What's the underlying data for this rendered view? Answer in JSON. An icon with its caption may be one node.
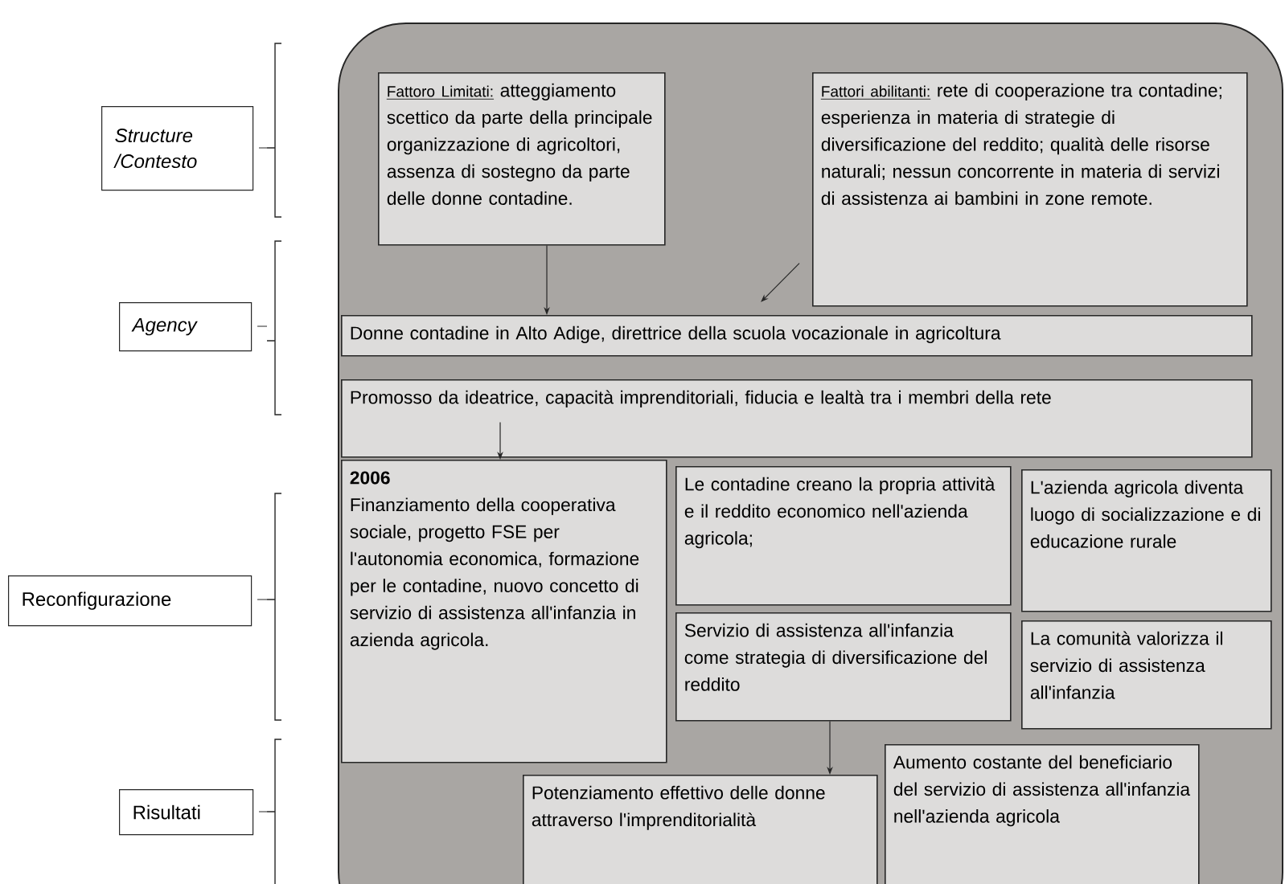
{
  "diagram": {
    "nodes": [
      {
        "text": [],
        "shape": "box"
      },
      {
        "text": [
          "Fattoro Limitati:",
          "atteggiamento scettico da parte della principale organizzazione di agricoltori, assenza di sostegno da parte delle donne contadine."
        ],
        "in": 0
      },
      {
        "text": [
          "Fattori abilitanti:",
          "rete di cooperazione tra contadine; esperienza in materia di strategie di diversificazione del reddito; qualità delle risorse naturali; nessun concorrente in materia di servizi di assistenza ai bambini in zone remote."
        ],
        "in": 0
      },
      {
        "text": [
          "Donne contadine in Alto Adige, direttrice della scuola vocazionale in agricoltura"
        ],
        "in": 0
      },
      {
        "text": [
          "Promosso da ideatrice, capacità imprenditoriali, fiducia e lealtà tra i membri della rete"
        ],
        "in": 0
      },
      {
        "text": [
          "2006",
          "Finanziamento della cooperativa sociale, progetto FSE per l'autonomia economica, formazione per le contadine, nuovo concetto di servizio di assistenza all'infanzia in azienda agricola."
        ],
        "in": 0
      },
      {
        "text": [
          "Le contadine creano la propria attività e il reddito economico nell'azienda agricola;"
        ],
        "in": 0
      },
      {
        "text": [
          "L'azienda agricola diventa luogo di socializzazione e di educazione rurale"
        ],
        "in": 0
      },
      {
        "text": [
          "Servizio di assistenza all'infanzia come strategia di diversificazione del reddito"
        ],
        "in": 0
      },
      {
        "text": [
          "La comunità valorizza il servizio di assistenza all'infanzia"
        ],
        "in": 0
      },
      {
        "text": [
          "Potenziamento effettivo delle donne attraverso l'imprenditorialità"
        ],
        "in": 0
      },
      {
        "text": [
          "Aumento costante del beneficiario del servizio di assistenza all'infanzia nell'azienda agricola"
        ],
        "in": 0
      },
      {
        "text": [
          "Structure /Contesto"
        ]
      },
      {
        "text": [
          "Agency"
        ]
      },
      {
        "text": [
          "Reconfigurazione"
        ]
      },
      {
        "text": [
          "Risultati"
        ]
      }
    ],
    "edges": [
      {
        "from": 1,
        "to": 3,
        "arrow": "to"
      },
      {
        "from": 2,
        "to": 3,
        "arrow": "to"
      },
      {
        "from": 4,
        "to": 5,
        "arrow": "to"
      },
      {
        "from": 8,
        "to": 10,
        "arrow": "to"
      }
    ]
  }
}
